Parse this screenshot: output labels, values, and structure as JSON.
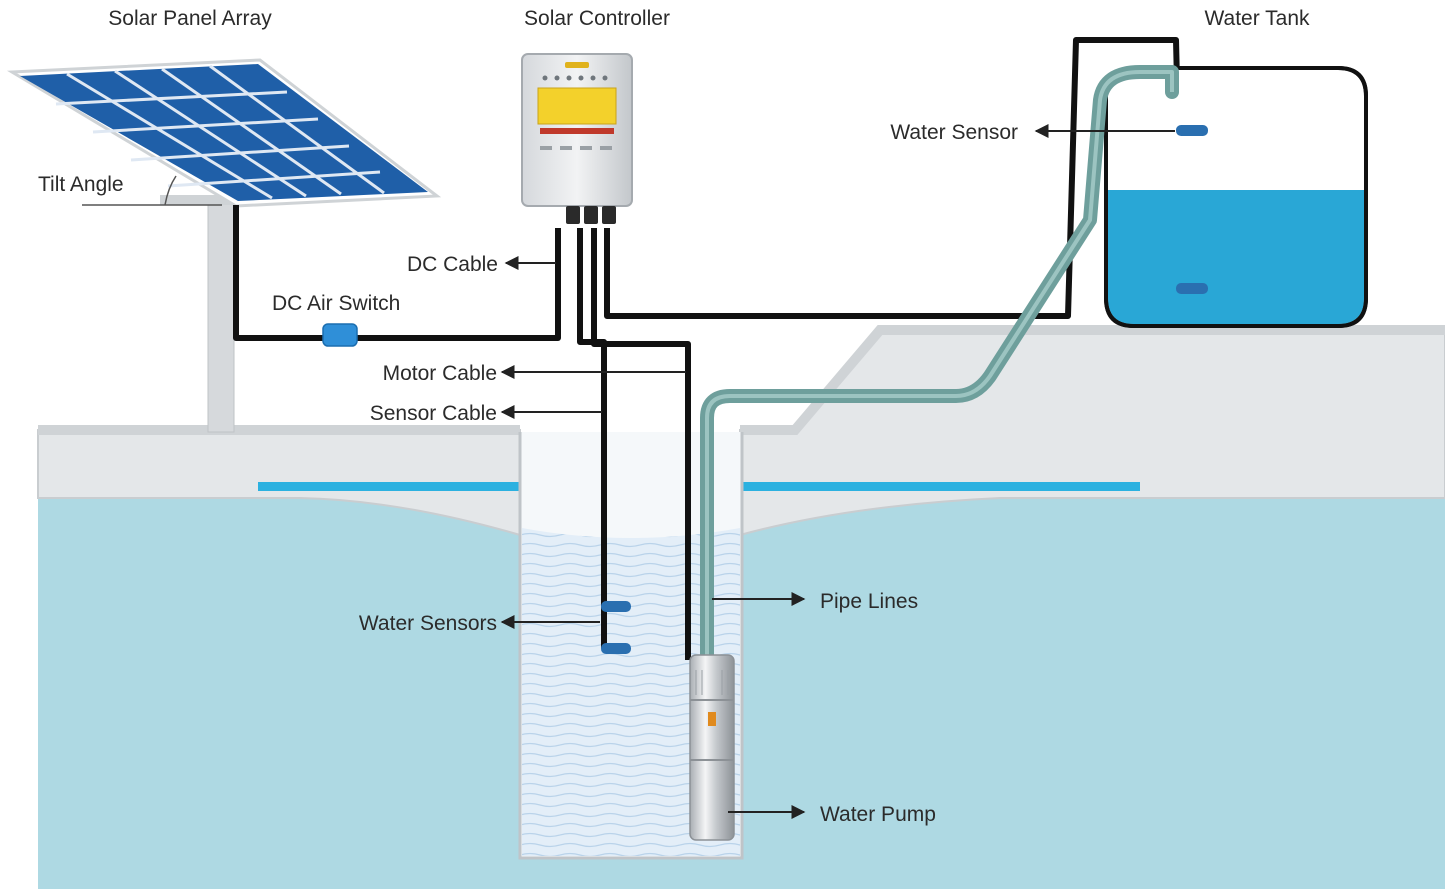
{
  "labels": {
    "solar_panel_array": "Solar Panel Array",
    "solar_controller": "Solar Controller",
    "water_tank": "Water Tank",
    "tilt_angle": "Tilt  Angle",
    "water_sensor": "Water Sensor",
    "dc_cable": "DC Cable",
    "dc_air_switch": "DC Air Switch",
    "motor_cable": "Motor Cable",
    "sensor_cable": "Sensor Cable",
    "water_sensors": "Water Sensors",
    "pipe_lines": "Pipe Lines",
    "water_pump": "Water Pump"
  },
  "colors": {
    "ground_water": "#aed9e3",
    "ground_surface": "#e4e7e9",
    "well_water": "#dfeef7",
    "tank_water": "#29a7d6",
    "water_line": "#2bb1e0",
    "solar_cell": "#1f5fa8",
    "pipe": "#6e9f9c",
    "cable": "#111111",
    "sensor": "#2a6fb0",
    "switch": "#2f8fd8"
  }
}
